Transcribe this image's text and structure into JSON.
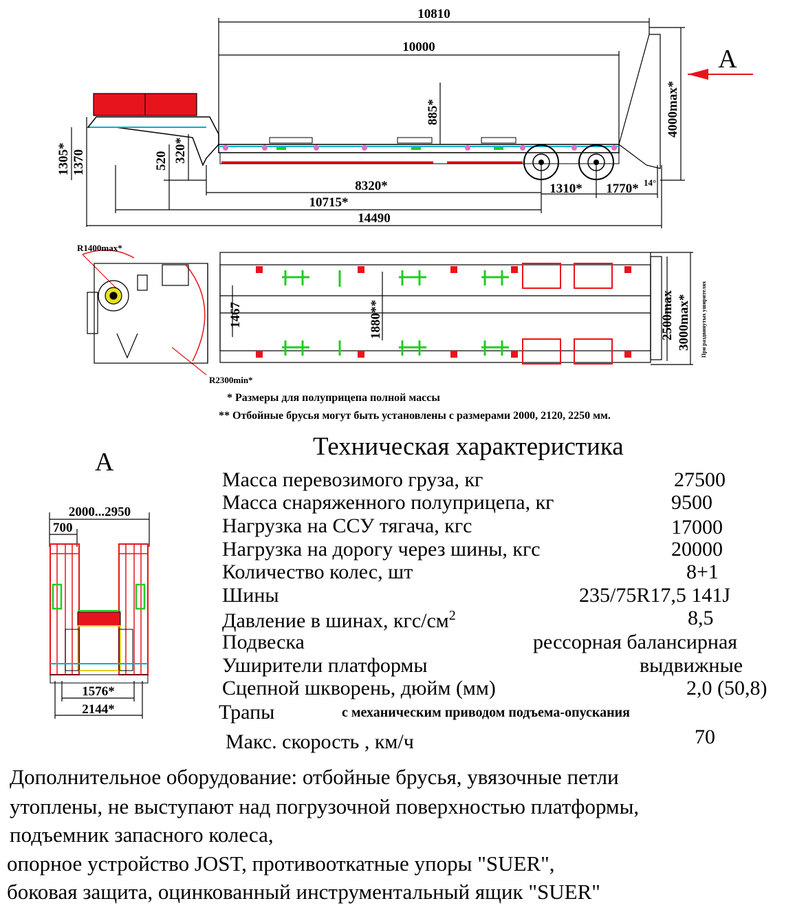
{
  "drawing": {
    "side_view": {
      "dims": {
        "d10810": "10810",
        "d10000": "10000",
        "d885": "885*",
        "d4000": "4000max*",
        "d1305": "1305*",
        "d1370": "1370",
        "d520": "520",
        "d320": "320*",
        "d8320": "8320*",
        "d1310": "1310*",
        "d1770": "1770*",
        "d14deg": "14°",
        "d10715": "10715*",
        "d14490": "14490"
      },
      "view_marker": "A"
    },
    "top_view": {
      "dims": {
        "r1400": "R1400max*",
        "r2300": "R2300min*",
        "d1467": "1467",
        "d1880": "1880**",
        "d2500": "2500max",
        "d3000": "3000max*",
        "vertical_note": "При раздвинутых уширителях"
      }
    },
    "notes": {
      "note1": "* Размеры для полуприцепа полной массы",
      "note2": "** Отбойные брусья могут быть установлены с размерами 2000, 2120, 2250 мм."
    },
    "rear_view": {
      "label": "A",
      "dims": {
        "d2000": "2000...2950",
        "d700": "700",
        "d1576": "1576*",
        "d2144": "2144*"
      }
    }
  },
  "specs": {
    "title": "Техническая характеристика",
    "rows": [
      {
        "label": "Масса перевозимого груза, кг",
        "value": "27500"
      },
      {
        "label": "Масса снаряженного полуприцепа, кг",
        "value": "9500"
      },
      {
        "label": "Нагрузка на ССУ тягача, кгс",
        "value": "17000"
      },
      {
        "label": "Нагрузка на дорогу через шины, кгс",
        "value": "20000"
      },
      {
        "label": "Количество колес, шт",
        "value": "8+1"
      },
      {
        "label": "Шины",
        "value": "235/75R17,5 141J"
      },
      {
        "label": "Давление в шинах, кгс/см",
        "superscript": "2",
        "value": "8,5"
      },
      {
        "label": "Подвеска",
        "value": "рессорная балансирная"
      },
      {
        "label": "Уширители платформы",
        "value": "выдвижные"
      },
      {
        "label": "Сцепной шкворень, дюйм (мм)",
        "value": "2,0 (50,8)"
      },
      {
        "label": "Трапы",
        "value": "с механическим  приводом подъема-опускания"
      },
      {
        "label": "Макс. скорость , км/ч",
        "value": "70"
      }
    ]
  },
  "additional": {
    "line1": "Дополнительное оборудование: отбойные брусья, увязочные петли",
    "line2": "утоплены, не выступают над погрузочной поверхностью платформы,",
    "line3": "подъемник запасного колеса,",
    "line4": "опорное устройство  JOST, противооткатные упоры \"SUER\",",
    "line5": "боковая защита, оцинкованный инструментальный ящик \"SUER\""
  },
  "colors": {
    "red": "#e8141c",
    "green": "#22cc22",
    "cyan": "#00b0d0",
    "yellow": "#f0e040",
    "line": "#000000"
  }
}
